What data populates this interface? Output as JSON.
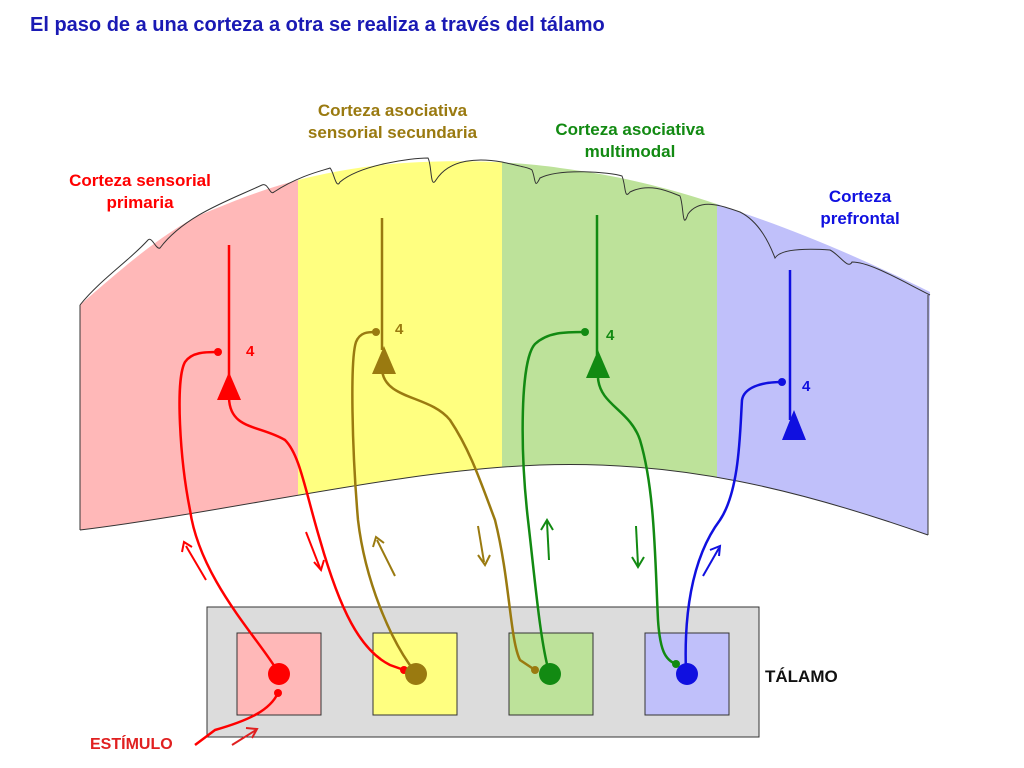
{
  "title": "El paso de a una corteza a otra se realiza a través del tálamo",
  "regions": [
    {
      "name": "Corteza sensorial primaria",
      "line1": "Corteza sensorial",
      "line2": "primaria",
      "color": "#ff0000",
      "fill": "#ffb8b8",
      "layer": "4"
    },
    {
      "name": "Corteza asociativa sensorial secundaria",
      "line1": "Corteza asociativa",
      "line2": "sensorial secundaria",
      "color": "#9a7a10",
      "fill": "#ffff80",
      "layer": "4"
    },
    {
      "name": "Corteza asociativa multimodal",
      "line1": "Corteza asociativa",
      "line2": "multimodal",
      "color": "#128a12",
      "fill": "#bde29a",
      "layer": "4"
    },
    {
      "name": "Corteza prefrontal",
      "line1": "Corteza",
      "line2": "prefrontal",
      "color": "#1010e0",
      "fill": "#c0c0fa",
      "layer": "4"
    }
  ],
  "thalamus_label": "TÁLAMO",
  "stimulus_label": "ESTÍMULO",
  "colors": {
    "title": "#1a1ab4",
    "thalamus_box": "#dcdcdc",
    "stimulus": "#e02020"
  }
}
